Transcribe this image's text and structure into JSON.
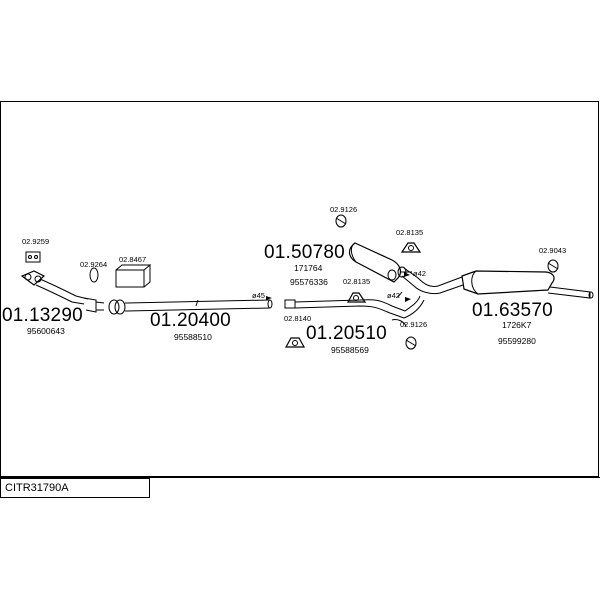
{
  "parts": {
    "front_pipe": {
      "code": "01.13290",
      "ref": "95600643"
    },
    "gasket_a": {
      "code": "02.9259"
    },
    "ring_a": {
      "code": "02.9264"
    },
    "kit_box": {
      "code": "02.8467"
    },
    "middle_pipe": {
      "code": "01.20400",
      "ref": "95588510",
      "diameter": "ø45"
    },
    "silencer_center": {
      "code": "01.50780",
      "ref1": "171764",
      "ref2": "95576336"
    },
    "clamp_top": {
      "code": "02.9126"
    },
    "hanger_top": {
      "code": "02.8135"
    },
    "hanger_mid": {
      "code": "02.8135"
    },
    "diameter_a": "ø42",
    "diameter_b": "ø42",
    "rear_link_pipe": {
      "code": "01.20510",
      "ref": "95588569"
    },
    "hanger_low": {
      "code": "02.8140"
    },
    "clamp_low": {
      "code": "02.9126"
    },
    "rear_silencer": {
      "code": "01.63570",
      "ref1": "1726K7",
      "ref2": "95599280"
    },
    "hanger_rear": {
      "code": "02.9043"
    }
  },
  "footer": {
    "code": "CITR31790A"
  }
}
